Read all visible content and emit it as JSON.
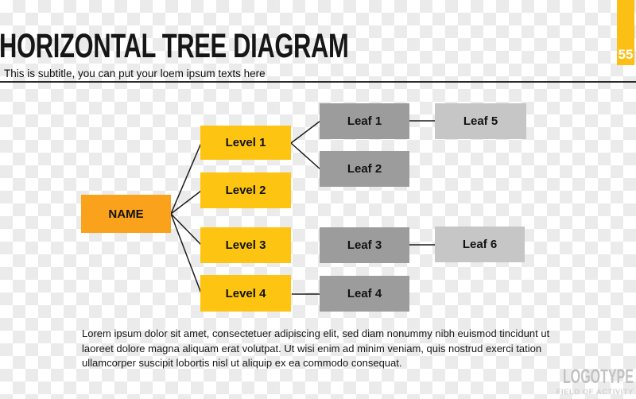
{
  "header": {
    "title": "HORIZONTAL TREE DIAGRAM",
    "subtitle": "This is subtitle, you can put your loem ipsum texts here",
    "slide_number": "55"
  },
  "tree": {
    "nodes": {
      "root": {
        "label": "NAME",
        "type": "root"
      },
      "level1": {
        "label": "Level 1",
        "type": "level"
      },
      "level2": {
        "label": "Level 2",
        "type": "level"
      },
      "level3": {
        "label": "Level 3",
        "type": "level"
      },
      "level4": {
        "label": "Level 4",
        "type": "level"
      },
      "leaf1": {
        "label": "Leaf 1",
        "type": "leaf"
      },
      "leaf2": {
        "label": "Leaf 2",
        "type": "leaf"
      },
      "leaf3": {
        "label": "Leaf 3",
        "type": "leaf"
      },
      "leaf4": {
        "label": "Leaf 4",
        "type": "leaf"
      },
      "leaf5": {
        "label": "Leaf 5",
        "type": "leaf-light"
      },
      "leaf6": {
        "label": "Leaf 6",
        "type": "leaf-light"
      }
    },
    "edges": [
      [
        "NAME",
        "Level 1"
      ],
      [
        "NAME",
        "Level 2"
      ],
      [
        "NAME",
        "Level 3"
      ],
      [
        "NAME",
        "Level 4"
      ],
      [
        "Level 1",
        "Leaf 1"
      ],
      [
        "Level 1",
        "Leaf 2"
      ],
      [
        "Leaf 1",
        "Leaf 5"
      ],
      [
        "Leaf 3",
        "Leaf 6"
      ],
      [
        "Level 4",
        "Leaf 4"
      ]
    ]
  },
  "colors": {
    "root_box": "#FAA21B",
    "level_box": "#FDC411",
    "leaf_box": "#9C9C9C",
    "leaf_box_light": "#C6C6C6",
    "badge": "#FBBF15",
    "checker_gray": "#EBEBEB"
  },
  "body_text": {
    "lines": [
      "Lorem ipsum dolor sit amet, consectetuer adipiscing elit, sed diam nonummy nibh euismod tincidunt ut",
      "laoreet dolore magna aliquam erat volutpat. Ut wisi enim ad minim veniam, quis nostrud exerci tation",
      "ullamcorper suscipit lobortis nisl ut aliquip ex ea commodo consequat."
    ]
  },
  "footer": {
    "logotype": "LOGOTYPE",
    "tagline": "FIELD OF ACTIVITY"
  }
}
